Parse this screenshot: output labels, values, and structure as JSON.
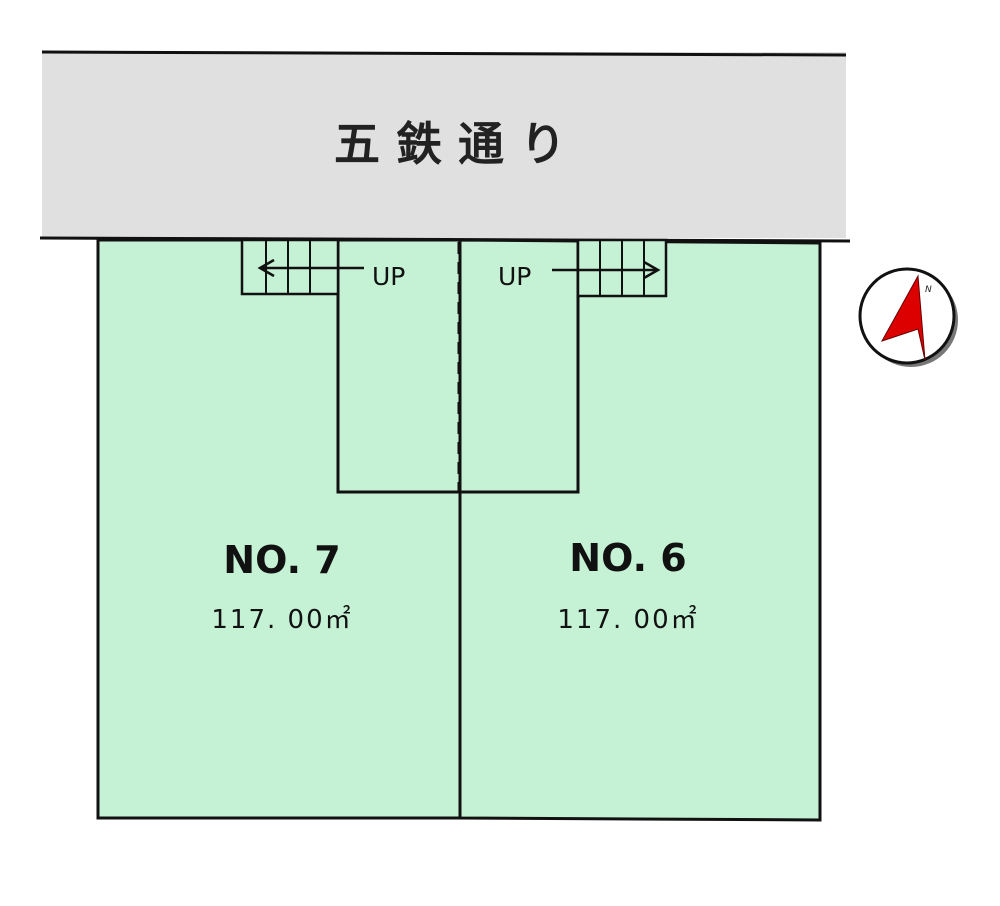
{
  "road": {
    "name": "五鉄通り"
  },
  "stairs": {
    "left_label": "UP",
    "right_label": "UP"
  },
  "lots": [
    {
      "number": "NO. 7",
      "area": "117. 00㎡"
    },
    {
      "number": "NO. 6",
      "area": "117. 00㎡"
    }
  ],
  "compass": {
    "north_label": "N"
  },
  "colors": {
    "road": "#e0e0e0",
    "lot_fill": "#c5f1d5",
    "compass_arrow": "#dd0000",
    "outline": "#111111"
  }
}
